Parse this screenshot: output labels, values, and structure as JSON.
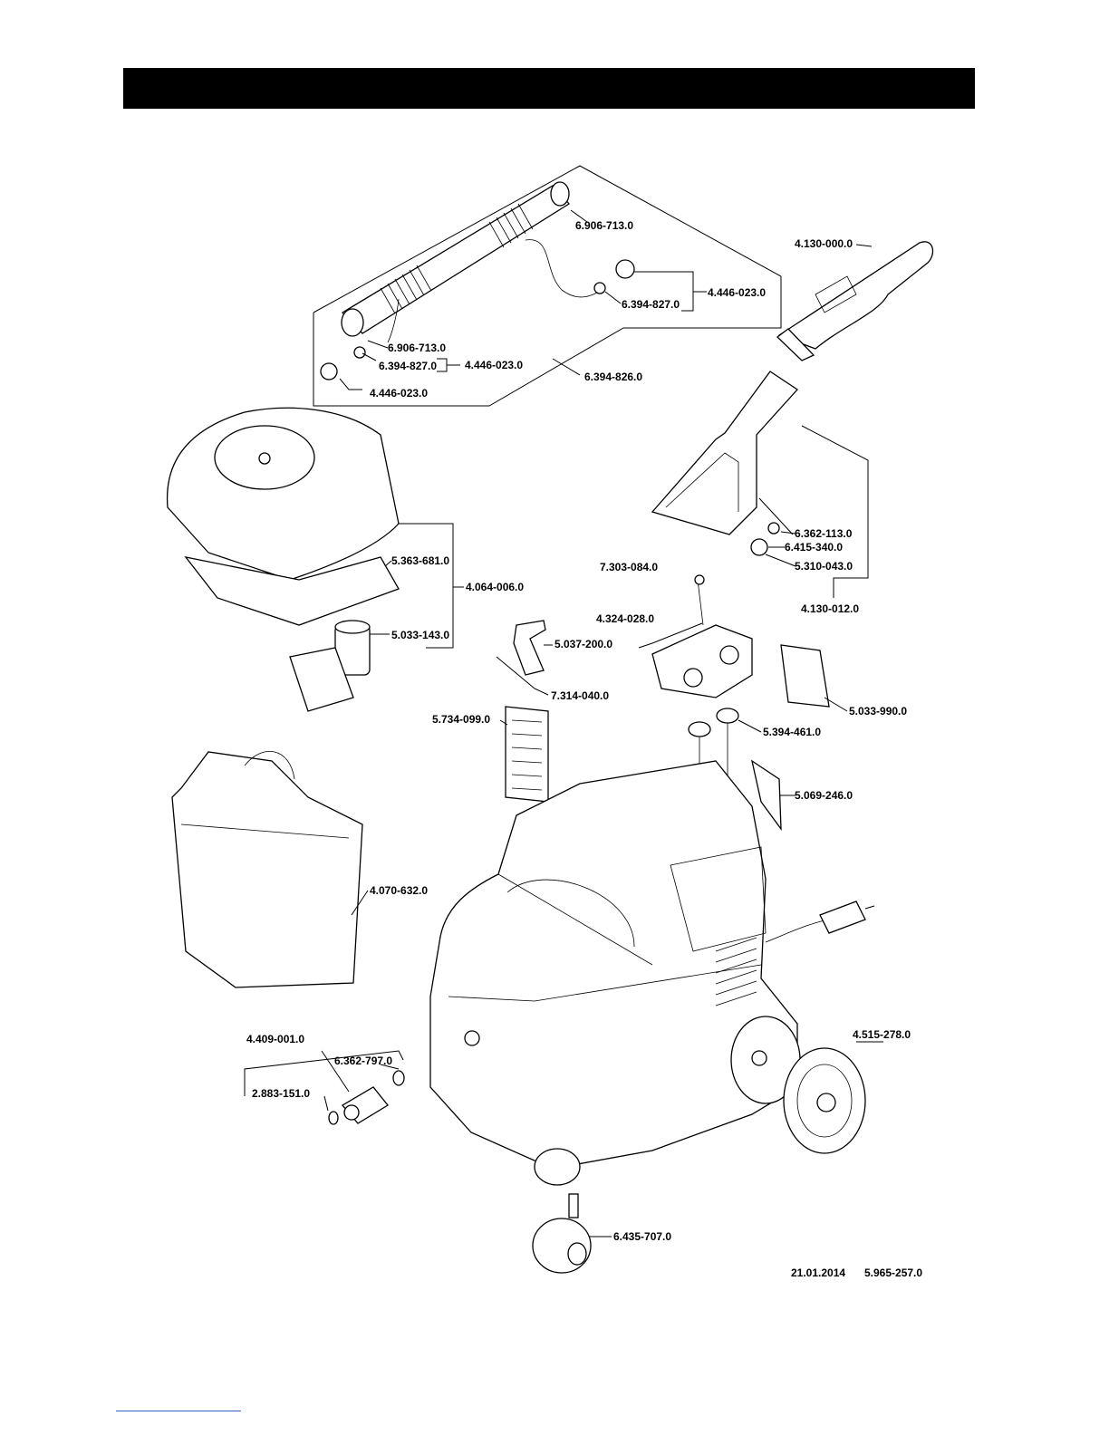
{
  "colors": {
    "header": "#000000",
    "line": "#000000",
    "background": "#ffffff",
    "footer_rule": "#3a5fc8"
  },
  "labels": {
    "l1": "6.906-713.0",
    "l2": "4.130-000.0",
    "l3": "4.446-023.0",
    "l4": "6.394-827.0",
    "l5": "6.906-713.0",
    "l6": "6.394-827.0",
    "l7": "4.446-023.0",
    "l8": "6.394-826.0",
    "l9": "4.446-023.0",
    "l10": "6.362-113.0",
    "l11": "6.415-340.0",
    "l12": "5.310-043.0",
    "l13": "5.363-681.0",
    "l14": "4.064-006.0",
    "l15": "7.303-084.0",
    "l16": "4.130-012.0",
    "l17": "4.324-028.0",
    "l18": "5.037-200.0",
    "l19": "5.033-143.0",
    "l20": "7.314-040.0",
    "l21": "5.033-990.0",
    "l22": "5.734-099.0",
    "l23": "5.394-461.0",
    "l24": "5.069-246.0",
    "l25": "4.070-632.0",
    "l26": "4.409-001.0",
    "l27": "4.515-278.0",
    "l28": "6.362-797.0",
    "l29": "2.883-151.0",
    "l30": "6.435-707.0"
  },
  "footer": {
    "date": "21.01.2014",
    "doc_number": "5.965-257.0"
  }
}
